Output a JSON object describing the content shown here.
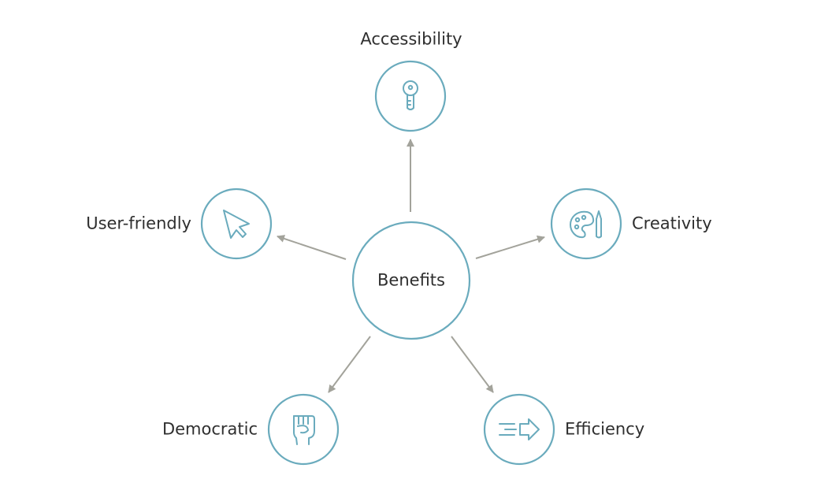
{
  "diagram": {
    "center": {
      "label": "Benefits"
    },
    "nodes": [
      {
        "id": "accessibility",
        "label": "Accessibility",
        "icon": "key-icon"
      },
      {
        "id": "user-friendly",
        "label": "User-friendly",
        "icon": "cursor-icon"
      },
      {
        "id": "creativity",
        "label": "Creativity",
        "icon": "palette-icon"
      },
      {
        "id": "democratic",
        "label": "Democratic",
        "icon": "raised-fist-icon"
      },
      {
        "id": "efficiency",
        "label": "Efficiency",
        "icon": "fast-arrow-icon"
      }
    ],
    "colors": {
      "circle_stroke": "#6aabbd",
      "arrow": "#a3a39b",
      "text": "#2f2f2f",
      "background": "#ffffff"
    }
  }
}
